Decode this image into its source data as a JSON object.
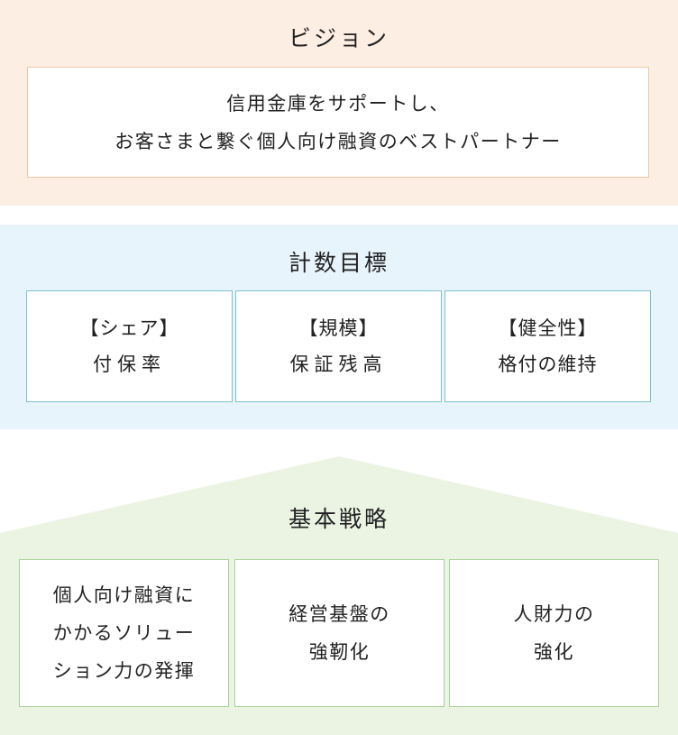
{
  "vision": {
    "title": "ビジョン",
    "lines": [
      "信用金庫をサポートし、",
      "お客さまと繋ぐ個人向け融資のベストパートナー"
    ]
  },
  "targets": {
    "title": "計数目標",
    "items": [
      {
        "label": "【シェア】",
        "value": "付保率"
      },
      {
        "label": "【規模】",
        "value": "保証残高"
      },
      {
        "label": "【健全性】",
        "value": "格付の維持"
      }
    ]
  },
  "strategies": {
    "title": "基本戦略",
    "items": [
      {
        "lines": [
          "個人向け融資に",
          "かかるソリュー",
          "ション力の発揮"
        ]
      },
      {
        "lines": [
          "経営基盤の",
          "強靭化"
        ]
      },
      {
        "lines": [
          "人財力の",
          "強化"
        ]
      }
    ]
  },
  "colors": {
    "vision_band": "#fdeee4",
    "vision_border": "#ecc9a6",
    "targets_band": "#e8f4fc",
    "targets_border": "#7fc1cf",
    "strategy_band": "#ebf4e3",
    "strategy_border": "#a9d39b",
    "text": "#222222"
  }
}
